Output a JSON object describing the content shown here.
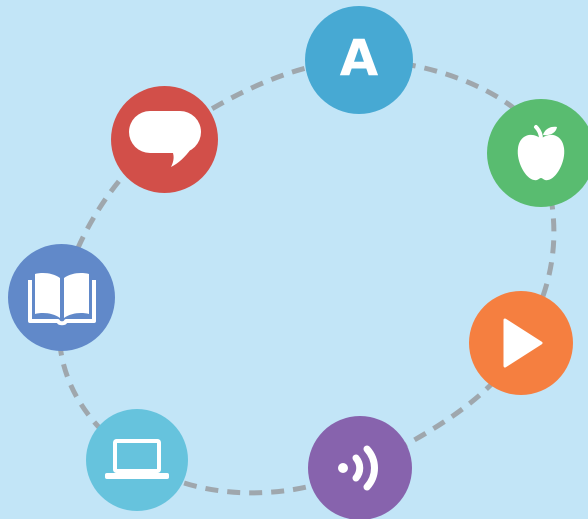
{
  "background_color": "#c2e5f7",
  "ring": {
    "style": "dashed",
    "color": "#9fa7ad"
  },
  "nodes": [
    {
      "id": "letter",
      "icon": "letter-a-icon",
      "label": "A",
      "color": "#47a9d3"
    },
    {
      "id": "apple",
      "icon": "apple-icon",
      "color": "#59bc70"
    },
    {
      "id": "play",
      "icon": "play-icon",
      "color": "#f57f40"
    },
    {
      "id": "audio",
      "icon": "audio-signal-icon",
      "color": "#8763ad"
    },
    {
      "id": "laptop",
      "icon": "laptop-icon",
      "color": "#66c3dd"
    },
    {
      "id": "book",
      "icon": "open-book-icon",
      "color": "#6189c9"
    },
    {
      "id": "chat",
      "icon": "speech-bubble-icon",
      "color": "#d24f49"
    }
  ]
}
